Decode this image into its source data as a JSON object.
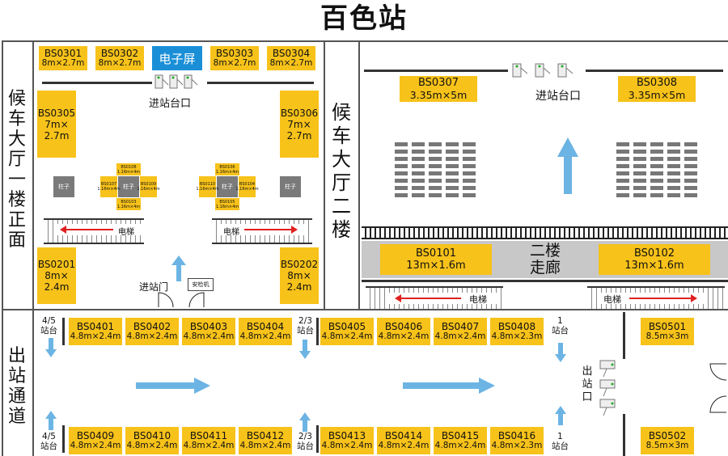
{
  "title": "百色站",
  "hall1_label": [
    "候",
    "车",
    "大",
    "厅",
    "一",
    "楼",
    "正",
    "面"
  ],
  "hall2_label": [
    "候",
    "车",
    "大",
    "厅",
    "二",
    "楼"
  ],
  "exit_channel_label": [
    "出",
    "站",
    "通",
    "道"
  ],
  "exit_label": [
    "出",
    "站",
    "口"
  ],
  "screen_label": "电子屏",
  "entry_platform_label": "进站台口",
  "entry_gate_label": "进站门",
  "security_label": "安检机",
  "pillar_label": "柱子",
  "escalator_label": "电梯",
  "corridor_label": [
    "二楼",
    "走廊"
  ],
  "platform_45": [
    "4/5",
    "站台"
  ],
  "platform_23": [
    "2/3",
    "站台"
  ],
  "platform_1": [
    "1",
    "站台"
  ],
  "booths": {
    "BS0301": {
      "code": "BS0301",
      "size": "8m×2.7m"
    },
    "BS0302": {
      "code": "BS0302",
      "size": "8m×2.7m"
    },
    "BS0303": {
      "code": "BS0303",
      "size": "8m×2.7m"
    },
    "BS0304": {
      "code": "BS0304",
      "size": "8m×2.7m"
    },
    "BS0305": {
      "code": "BS0305",
      "l1": "7m×",
      "l2": "2.7m"
    },
    "BS0306": {
      "code": "BS0306",
      "l1": "7m×",
      "l2": "2.7m"
    },
    "BS0201": {
      "code": "BS0201",
      "l1": "8m×",
      "l2": "2.4m"
    },
    "BS0202": {
      "code": "BS0202",
      "l1": "8m×",
      "l2": "2.4m"
    },
    "BS0307": {
      "code": "BS0307",
      "size": "3.35m×5m"
    },
    "BS0308": {
      "code": "BS0308",
      "size": "3.35m×5m"
    },
    "BS0101": {
      "code": "BS0101",
      "size": "13m×1.6m"
    },
    "BS0102": {
      "code": "BS0102",
      "size": "13m×1.6m"
    },
    "BS0501": {
      "code": "BS0501",
      "size": "8.5m×3m"
    },
    "BS0502": {
      "code": "BS0502",
      "size": "8.5m×3m"
    }
  },
  "top_row": [
    {
      "code": "BS0401",
      "size": "4.8m×2.4m"
    },
    {
      "code": "BS0402",
      "size": "4.8m×2.4m"
    },
    {
      "code": "BS0403",
      "size": "4.8m×2.4m"
    },
    {
      "code": "BS0404",
      "size": "4.8m×2.4m"
    },
    {
      "code": "BS0405",
      "size": "4.8m×2.4m"
    },
    {
      "code": "BS0406",
      "size": "4.8m×2.4m"
    },
    {
      "code": "BS0407",
      "size": "4.8m×2.4m"
    },
    {
      "code": "BS0408",
      "size": "4.8m×2.3m"
    }
  ],
  "bottom_row": [
    {
      "code": "BS0409",
      "size": "4.8m×2.4m"
    },
    {
      "code": "BS0410",
      "size": "4.8m×2.4m"
    },
    {
      "code": "BS0411",
      "size": "4.8m×2.4m"
    },
    {
      "code": "BS0412",
      "size": "4.8m×2.4m"
    },
    {
      "code": "BS0413",
      "size": "4.8m×2.4m"
    },
    {
      "code": "BS0414",
      "size": "4.8m×2.4m"
    },
    {
      "code": "BS0415",
      "size": "4.8m×2.4m"
    },
    {
      "code": "BS0416",
      "size": "4.8m×2.3m"
    }
  ],
  "mini_booths": {
    "BS0103": {
      "code": "BS0103",
      "size": "1.16m×4m"
    },
    "BS0104": {
      "code": "BS0104",
      "size": "1.16m×4m"
    },
    "BS0105": {
      "code": "BS0105",
      "size": "1.16m×4m"
    },
    "BS0106": {
      "code": "BS0106",
      "size": "1.16m×4m"
    },
    "BS0107": {
      "code": "BS0107",
      "size": "1.16m×4m"
    },
    "BS0108": {
      "code": "BS0108",
      "size": "1.16m×4m"
    },
    "BS0109": {
      "code": "BS0109",
      "size": "1.16m×4m"
    },
    "BS0110": {
      "code": "BS0110",
      "size": "1.16m×4m"
    }
  },
  "colors": {
    "booth": "#f7c21a",
    "screen": "#1a8fd8",
    "arrow_blue": "#6cb4e4",
    "arrow_red": "#e02020"
  }
}
